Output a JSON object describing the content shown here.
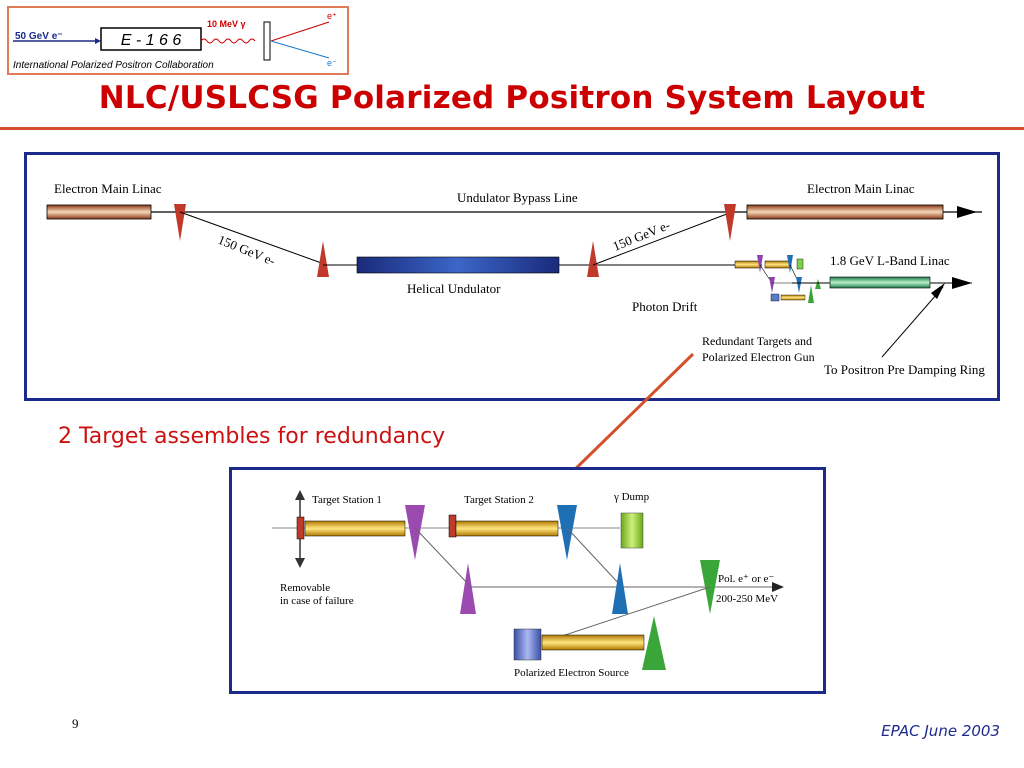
{
  "logo": {
    "beam_label": "50 GeV e⁻",
    "experiment": "E - 1 6 6",
    "photon_label": "10 MeV γ",
    "positron_label": "e⁺",
    "electron_label": "e⁻",
    "collaboration": "International Polarized Positron Collaboration"
  },
  "title": "NLC/USLCSG Polarized Positron System Layout",
  "top_diagram": {
    "electron_main_linac_left": "Electron Main Linac",
    "undulator_bypass_line": "Undulator Bypass Line",
    "electron_main_linac_right": "Electron Main Linac",
    "energy_left": "150 GeV e-",
    "energy_right": "150 GeV e-",
    "helical_undulator": "Helical Undulator",
    "photon_drift": "Photon Drift",
    "lband_linac": "1.8 GeV L-Band Linac",
    "redundant_targets_line1": "Redundant Targets and",
    "redundant_targets_line2": "Polarized Electron Gun",
    "to_positron_ring": "To Positron Pre Damping Ring"
  },
  "caption": "2 Target assembles for redundancy",
  "bottom_diagram": {
    "target_station_1": "Target Station 1",
    "target_station_2": "Target Station 2",
    "gamma_dump": "γ Dump",
    "removable_line1": "Removable",
    "removable_line2": "in case of failure",
    "pol_output": "Pol. e⁺ or e⁻",
    "energy_range": "200-250 MeV",
    "polarized_source": "Polarized Electron Source"
  },
  "page_number": "9",
  "footer": "EPAC June 2003",
  "colors": {
    "title": "#cc0000",
    "frame": "#1c2a8c",
    "caption": "#cc1111",
    "arrow": "#d4502a",
    "magnet_red": "#c0392b",
    "magnet_blue": "#1f6fb5",
    "magnet_purple": "#8e44ad",
    "magnet_green": "#3aa63a",
    "target_gold": "#e8b830"
  }
}
